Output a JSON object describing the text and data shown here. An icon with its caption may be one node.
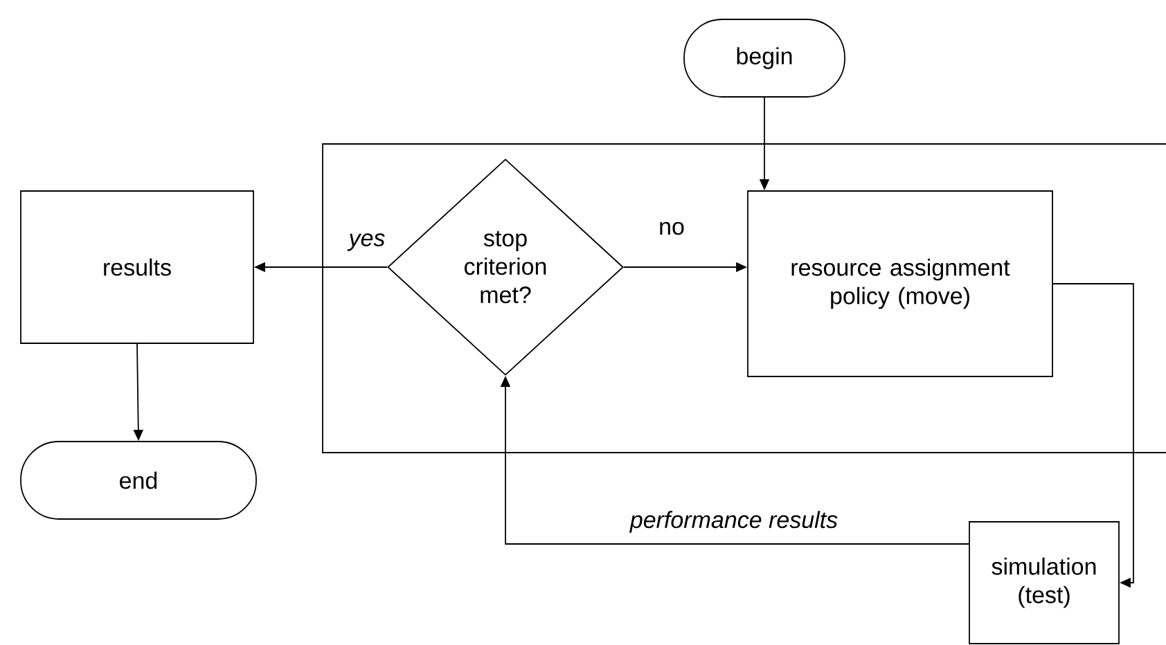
{
  "diagram": {
    "nodes": [
      {
        "text": [
          "begin"
        ]
      },
      {
        "text": [],
        "shape": "box"
      },
      {
        "text": [
          "stop criterion met?"
        ],
        "in": 1
      },
      {
        "text": [
          "resource assignment policy (move)"
        ],
        "in": 1
      },
      {
        "text": [
          "results"
        ]
      },
      {
        "text": [
          "end"
        ]
      },
      {
        "text": [
          "simulation (test)"
        ]
      }
    ],
    "edges": [
      {
        "from": 0,
        "to": 3,
        "arrow": "to"
      },
      {
        "from": 2,
        "to": 3,
        "arrow": "to",
        "label": "no"
      },
      {
        "from": 2,
        "to": 4,
        "arrow": "to",
        "label": "yes"
      },
      {
        "from": 4,
        "to": 5,
        "arrow": "to"
      },
      {
        "from": 3,
        "to": 6,
        "arrow": "to"
      },
      {
        "from": 6,
        "to": 2,
        "arrow": "to",
        "label": "performance results"
      }
    ]
  }
}
